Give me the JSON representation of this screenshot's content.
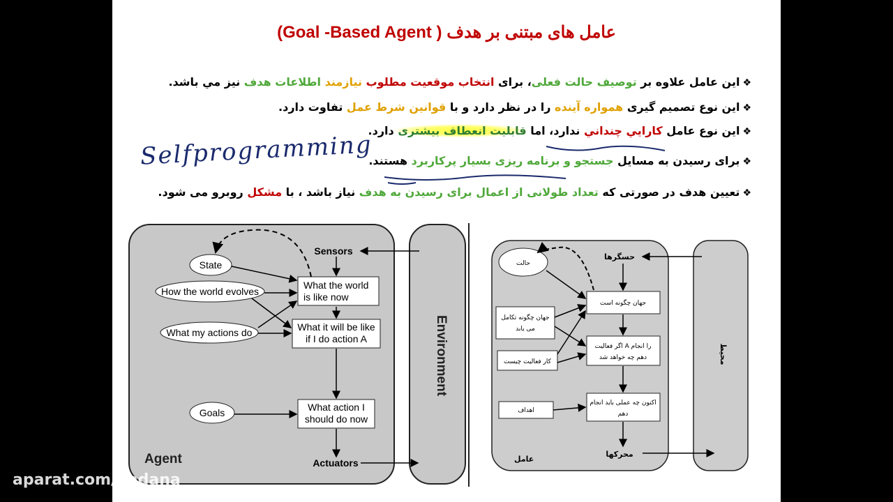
{
  "title": "عامل های مبتنی بر هدف ( Goal -Based Agent)",
  "bullets": [
    {
      "segments": [
        {
          "t": "این عامل علاوه بر ",
          "c": ""
        },
        {
          "t": "توصیف حالت فعلی",
          "c": "g"
        },
        {
          "t": "، برای ",
          "c": ""
        },
        {
          "t": "انتخاب موقعیت مطلوب ",
          "c": "r"
        },
        {
          "t": "نیازمند ",
          "c": "o"
        },
        {
          "t": "اطلاعات هدف ",
          "c": "g"
        },
        {
          "t": "نیز مي باشد.",
          "c": ""
        }
      ]
    },
    {
      "segments": [
        {
          "t": "این نوع تصمیم گیری ",
          "c": ""
        },
        {
          "t": "همواره آینده ",
          "c": "o"
        },
        {
          "t": "را در نظر دارد و با ",
          "c": ""
        },
        {
          "t": "قوانین شرط عمل ",
          "c": "o"
        },
        {
          "t": "تفاوت دارد.",
          "c": ""
        }
      ]
    },
    {
      "segments": [
        {
          "t": "این نوع عامل ",
          "c": ""
        },
        {
          "t": "کارايي چنداني ",
          "c": "r"
        },
        {
          "t": "ندارد، اما ",
          "c": ""
        },
        {
          "t": "قابلیت انعطاف بیشتری ",
          "c": "dg"
        },
        {
          "t": "دارد.",
          "c": ""
        }
      ]
    },
    {
      "segments": [
        {
          "t": "برای رسیدن به مسایل ",
          "c": ""
        },
        {
          "t": "جستجو و برنامه ریزی بسیار پرکاربرد ",
          "c": "g"
        },
        {
          "t": "هستند.",
          "c": ""
        }
      ]
    },
    {
      "segments": [
        {
          "t": "تعیین هدف در صورتی که ",
          "c": ""
        },
        {
          "t": "تعداد طولانی از اعمال برای رسیدن به هدف ",
          "c": "g"
        },
        {
          "t": "نیاز باشد ، با ",
          "c": ""
        },
        {
          "t": "مشکل ",
          "c": "r"
        },
        {
          "t": "روبرو می شود.",
          "c": ""
        }
      ]
    }
  ],
  "handwriting": "Selfprogramming",
  "left_diagram": {
    "sensors": "Sensors",
    "state": "State",
    "world_evolves": "How the world evolves",
    "actions_do": "What my actions do",
    "world_like_1": "What the world",
    "world_like_2": "is like now",
    "action_a_1": "What it will be like",
    "action_a_2": "if I do action A",
    "goals": "Goals",
    "should_do_1": "What action I",
    "should_do_2": "should do now",
    "actuators": "Actuators",
    "agent": "Agent",
    "environment": "Environment"
  },
  "right_diagram": {
    "sensors": "حسگرها",
    "state": "حالت",
    "world_now": "جهان چگونه است",
    "evolves_1": "جهان چگونه تکامل",
    "evolves_2": "می یابد",
    "actions_do": "کار فعالیت چیست",
    "action_a_1": "اگر فعالیت A را انجام",
    "action_a_2": "دهم چه خواهد شد",
    "goals": "اهداف",
    "should_1": "اکنون چه عملی باید انجام",
    "should_2": "دهم",
    "actuators": "محرکها",
    "agent": "عامل",
    "environment": "محیط"
  },
  "watermark": "aparat.com/hadana"
}
